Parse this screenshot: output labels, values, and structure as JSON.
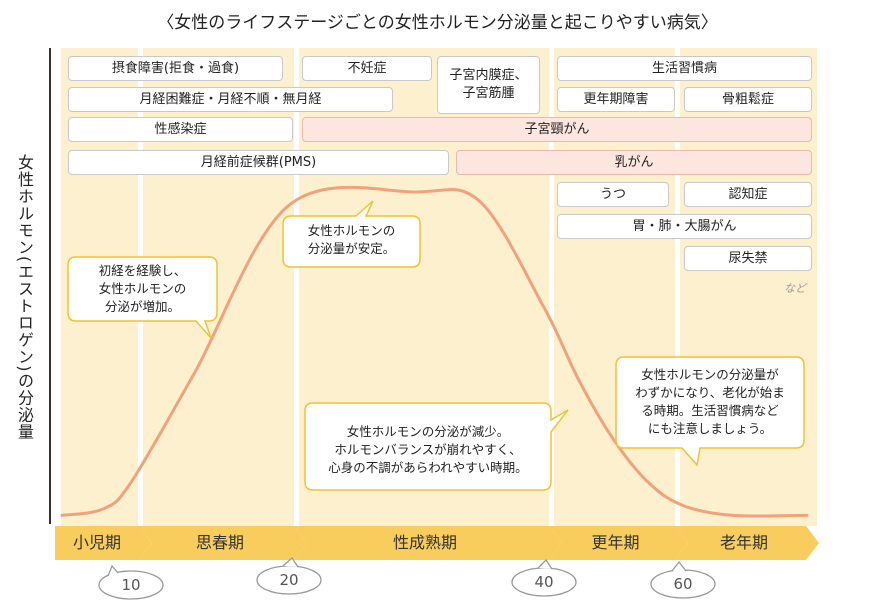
{
  "title": "〈女性のライフステージごとの女性ホルモン分泌量と起こりやすい病気〉",
  "colors": {
    "band": "#fdf0cf",
    "arrow": "#f8cd5e",
    "curve": "#f0a37a",
    "bubble_border": "#f1c232",
    "pink_box": "#fde6df"
  },
  "chart_data": {
    "type": "line",
    "title": "〈女性のライフステージごとの女性ホルモン分泌量と起こりやすい病気〉",
    "ylabel": "女性ホルモン(エストロゲン)の分泌量",
    "xlabel": "",
    "stages": [
      "小児期",
      "思春期",
      "性成熟期",
      "更年期",
      "老年期"
    ],
    "age_markers": [
      "10",
      "20",
      "40",
      "60"
    ],
    "series": [
      {
        "x": [
          0,
          6,
          10,
          14,
          20,
          30,
          35,
          40,
          45,
          50,
          55,
          60,
          68,
          80
        ],
        "y": [
          0.02,
          0.04,
          0.12,
          0.45,
          0.96,
          1.0,
          0.97,
          0.65,
          0.43,
          0.25,
          0.12,
          0.05,
          0.02,
          0.02
        ]
      }
    ],
    "annotations": [
      "初経を経験し、\n女性ホルモンの\n分泌が増加。",
      "女性ホルモンの\n分泌量が安定。",
      "女性ホルモンの分泌が減少。\nホルモンバランスが崩れやすく、\n心身の不調があらわれやすい時期。",
      "女性ホルモンの分泌量が\nわずかになり、老化が始ま\nる時期。生活習慣病など\nにも注意しましょう。"
    ],
    "diseases": [
      "摂食障害(拒食・過食)",
      "不妊症",
      "子宮内膜症、\n子宮筋腫",
      "生活習慣病",
      "月経困難症・月経不順・無月経",
      "更年期障害",
      "骨粗鬆症",
      "性感染症",
      "子宮頸がん",
      "月経前症候群(PMS)",
      "乳がん",
      "うつ",
      "認知症",
      "胃・肺・大腸がん",
      "尿失禁"
    ],
    "note": "など"
  }
}
